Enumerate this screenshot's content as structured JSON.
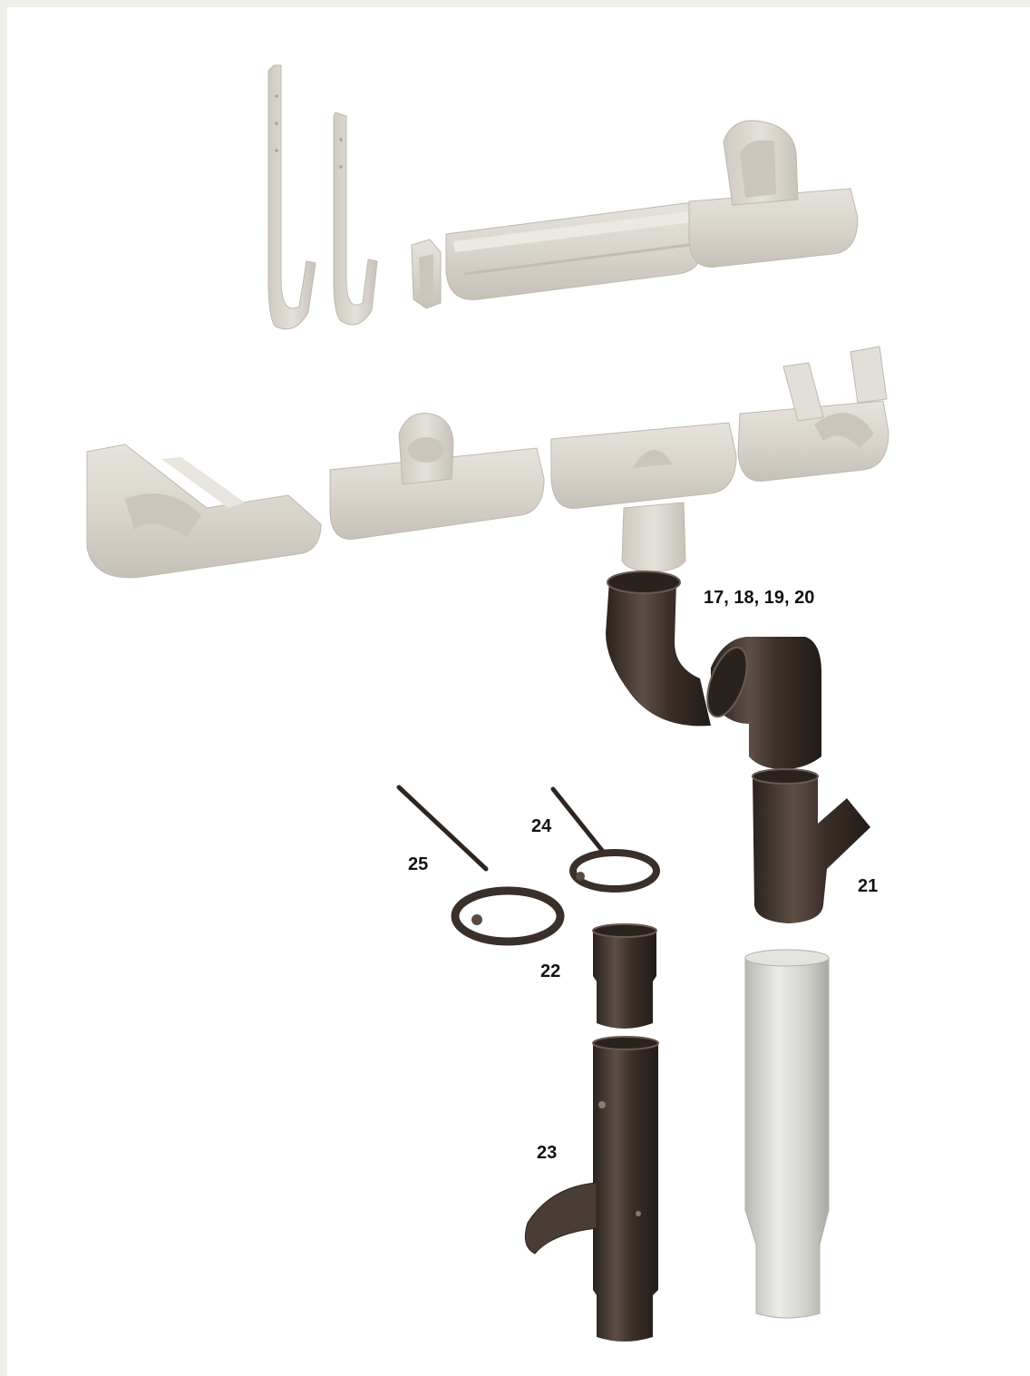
{
  "callouts": {
    "elbows": "17, 18, 19, 20",
    "branch": "21",
    "socket": "22",
    "rain_diverter": "23",
    "clip_small": "24",
    "clip_large": "25"
  },
  "colors": {
    "page_border": "#efefe9",
    "panel": "#ffffff",
    "faded_part": "#dcd8cf",
    "faded_shade": "#c9c4ba",
    "dark_part": "#3a2f29",
    "dark_highlight": "#6a5a50",
    "downpipe": "#d2d2ce",
    "label_text": "#111111"
  }
}
